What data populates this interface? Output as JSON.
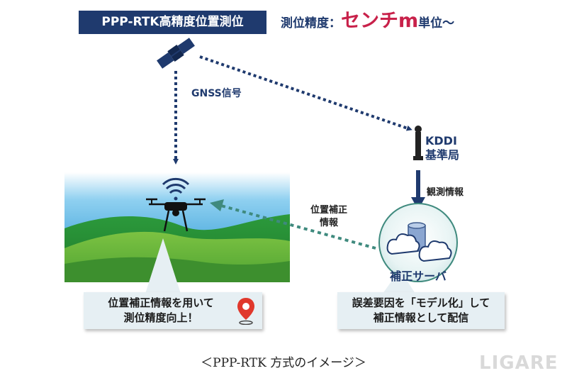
{
  "header": {
    "title": "PPP-RTK高精度位置測位",
    "accuracy_label": "測位精度：",
    "accuracy_value": "センチm",
    "accuracy_unit": "単位〜"
  },
  "labels": {
    "gnss_signal": "GNSS信号",
    "station_line1": "KDDI",
    "station_line2": "基準局",
    "observation_info": "観測情報",
    "correction_info_line1": "位置補正",
    "correction_info_line2": "情報",
    "server": "補正サーバ"
  },
  "callouts": {
    "left_line1": "位置補正情報を用いて",
    "left_line2": "測位精度向上！",
    "right_line1": "誤差要因を「モデル化」して",
    "right_line2": "補正情報として配信"
  },
  "caption": "＜PPP-RTK 方式のイメージ＞",
  "watermark": "LIGARE",
  "colors": {
    "navy": "#1f3a6e",
    "accent": "#c8214a",
    "teal_arrow": "#3f8a7e",
    "callout_bg": "#e6eff3",
    "marker_red": "#e0382c"
  },
  "icons": [
    "satellite-icon",
    "drone-icon",
    "wifi-signal-icon",
    "antenna-icon",
    "server-cloud-icon",
    "location-pin-icon"
  ]
}
